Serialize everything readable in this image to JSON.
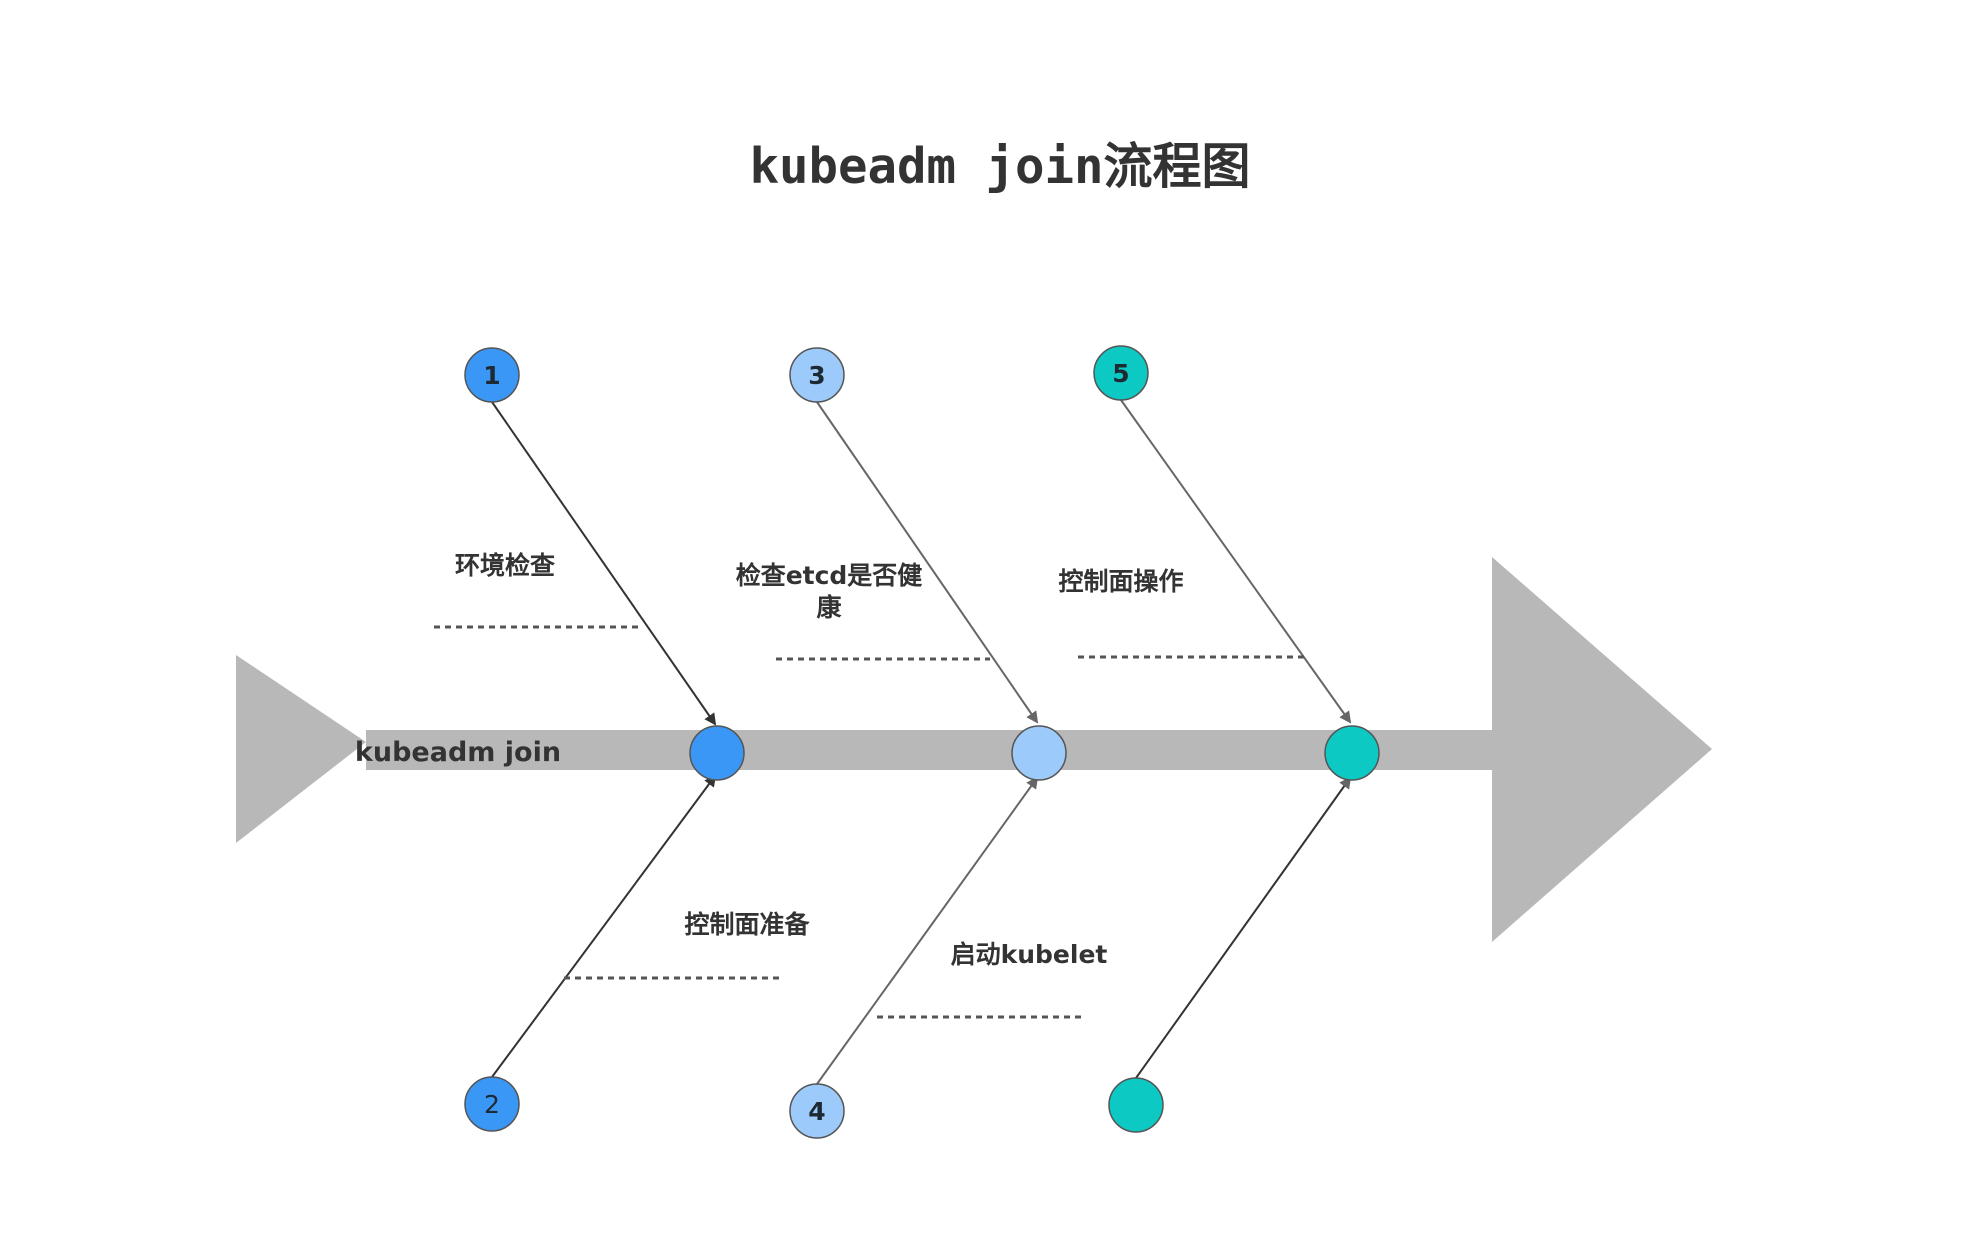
{
  "title": "kubeadm join流程图",
  "spine_label": "kubeadm join",
  "colors": {
    "spine": "#b8b8b8",
    "blue": "#3a97f5",
    "light_blue": "#9ccbfb",
    "teal": "#0cc9c3",
    "outline": "#555555"
  },
  "steps": [
    {
      "number": "1",
      "label": "环境检查",
      "position": "top",
      "color": "blue"
    },
    {
      "number": "2",
      "label": "控制面准备",
      "position": "bottom",
      "color": "blue"
    },
    {
      "number": "3",
      "label_line1": "检查etcd是否健",
      "label_line2": "康",
      "position": "top",
      "color": "light_blue"
    },
    {
      "number": "4",
      "label": "启动kubelet",
      "position": "bottom",
      "color": "light_blue"
    },
    {
      "number": "5",
      "label": "控制面操作",
      "position": "top",
      "color": "teal"
    },
    {
      "number": "",
      "label": "",
      "position": "bottom",
      "color": "teal"
    }
  ]
}
